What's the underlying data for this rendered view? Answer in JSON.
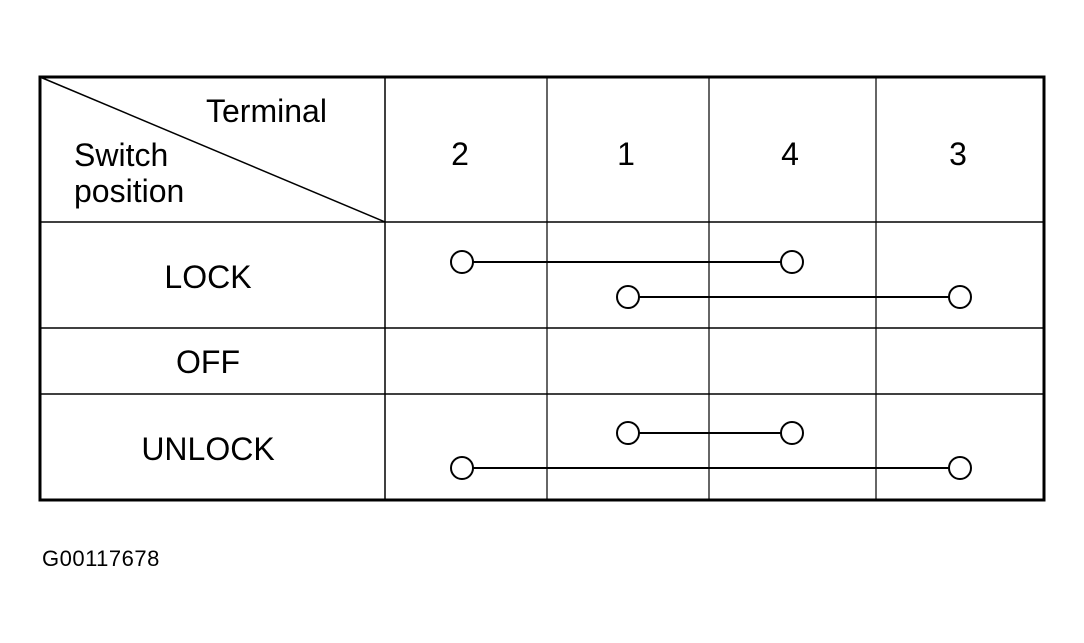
{
  "header": {
    "terminal_label": "Terminal",
    "switch_label_line1": "Switch",
    "switch_label_line2": "position"
  },
  "terminals": [
    "2",
    "1",
    "4",
    "3"
  ],
  "rows": [
    {
      "position": "LOCK",
      "connections": [
        {
          "from": "2",
          "to": "4"
        },
        {
          "from": "1",
          "to": "3"
        }
      ]
    },
    {
      "position": "OFF",
      "connections": []
    },
    {
      "position": "UNLOCK",
      "connections": [
        {
          "from": "1",
          "to": "4"
        },
        {
          "from": "2",
          "to": "3"
        }
      ]
    }
  ],
  "figure_id": "G00117678",
  "colors": {
    "line": "#000000",
    "background": "#ffffff"
  }
}
